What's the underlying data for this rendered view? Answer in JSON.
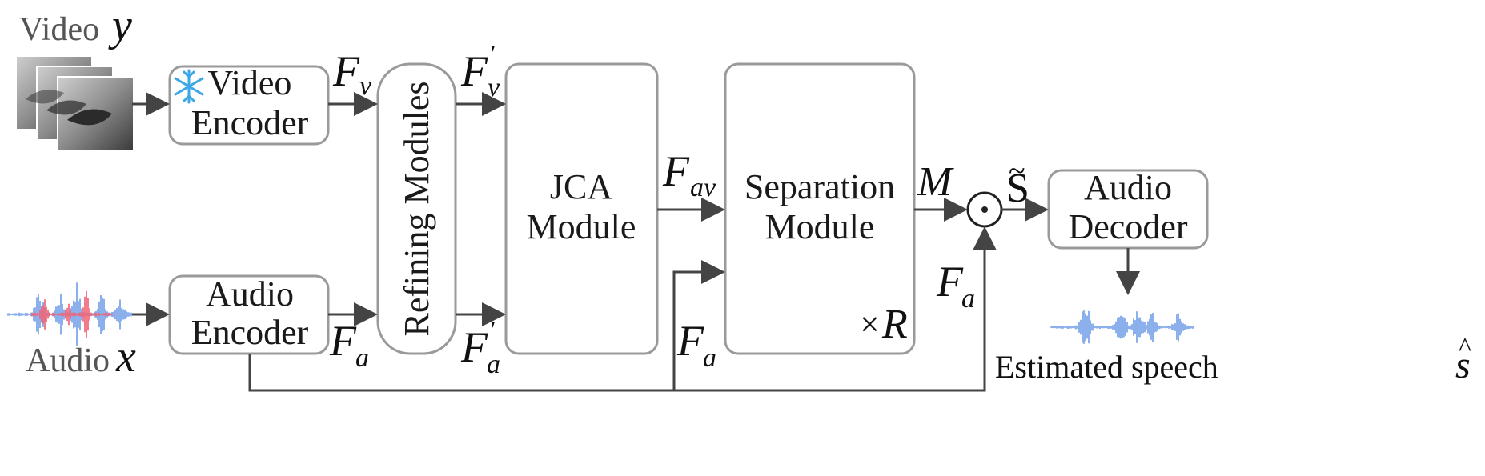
{
  "inputs": {
    "video_label": "Video",
    "video_var": "y",
    "audio_label": "Audio",
    "audio_var": "x"
  },
  "blocks": {
    "video_encoder": [
      "Video",
      "Encoder"
    ],
    "audio_encoder": [
      "Audio",
      "Encoder"
    ],
    "refining": "Refining Modules",
    "jca": [
      "JCA",
      "Module"
    ],
    "separation": [
      "Separation",
      "Module"
    ],
    "repeat_times": "×",
    "repeat_var": "R",
    "audio_decoder": [
      "Audio",
      "Decoder"
    ]
  },
  "signals": {
    "fv": {
      "base": "F",
      "sub": "v"
    },
    "fv_prime": {
      "base": "F",
      "sup": "′",
      "sub": "v"
    },
    "fa_enc": {
      "base": "F",
      "sub": "a"
    },
    "fa_prime": {
      "base": "F",
      "sup": "′",
      "sub": "a"
    },
    "fav": {
      "base": "F",
      "sub": "av"
    },
    "fa_sep": {
      "base": "F",
      "sub": "a"
    },
    "fa_mul": {
      "base": "F",
      "sub": "a"
    },
    "mask": "M",
    "s_tilde": "S",
    "tilde_mark": "~",
    "multiply_op": "⊙"
  },
  "output": {
    "label": "Estimated speech",
    "var": "s",
    "hat_mark": "^"
  },
  "colors": {
    "box_stroke": "#9a9a9a",
    "line": "#444444",
    "snowflake": "#3ba7e6",
    "wave_blue": "#6f9de8",
    "wave_red": "#ef5a6f"
  },
  "icons": [
    "snowflake-icon",
    "lip-frames-icon",
    "mixed-waveform-icon",
    "speech-waveform-icon"
  ]
}
